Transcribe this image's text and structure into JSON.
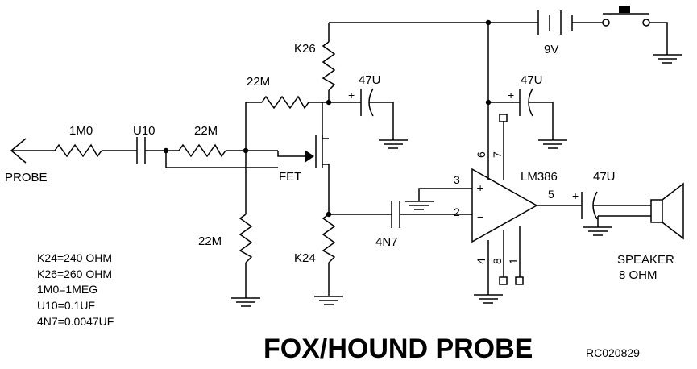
{
  "title": "FOX/HOUND PROBE",
  "drawing_code": "RC020829",
  "probe_label": "PROBE",
  "components": {
    "r_1m0": "1M0",
    "c_u10": "U10",
    "r_22m_in": "22M",
    "r_22m_fb": "22M",
    "r_22m_gnd": "22M",
    "r_k26": "K26",
    "r_k24": "K24",
    "fet": "FET",
    "c_47u_drain": "47U",
    "c_47u_supply": "47U",
    "c_47u_out": "47U",
    "c_4n7": "4N7",
    "battery": "9V",
    "amp": "LM386",
    "speaker_line1": "SPEAKER",
    "speaker_line2": "8 OHM"
  },
  "pins": {
    "p3": "3",
    "p2": "2",
    "p6": "6",
    "p7": "7",
    "p5": "5",
    "p4": "4",
    "p8": "8",
    "p1": "1",
    "plus_in": "+",
    "minus_in": "−"
  },
  "polarity": {
    "c1": "+",
    "c2": "+",
    "c3": "+"
  },
  "notes": [
    "K24=240 OHM",
    "K26=260 OHM",
    "1M0=1MEG",
    "U10=0.1UF",
    "4N7=0.0047UF"
  ],
  "icons": {
    "probe": "arrow-icon",
    "ground": "ground-icon",
    "switch": "push-button-icon",
    "speaker": "speaker-icon"
  },
  "colors": {
    "ink": "#000000",
    "background": "#ffffff"
  }
}
